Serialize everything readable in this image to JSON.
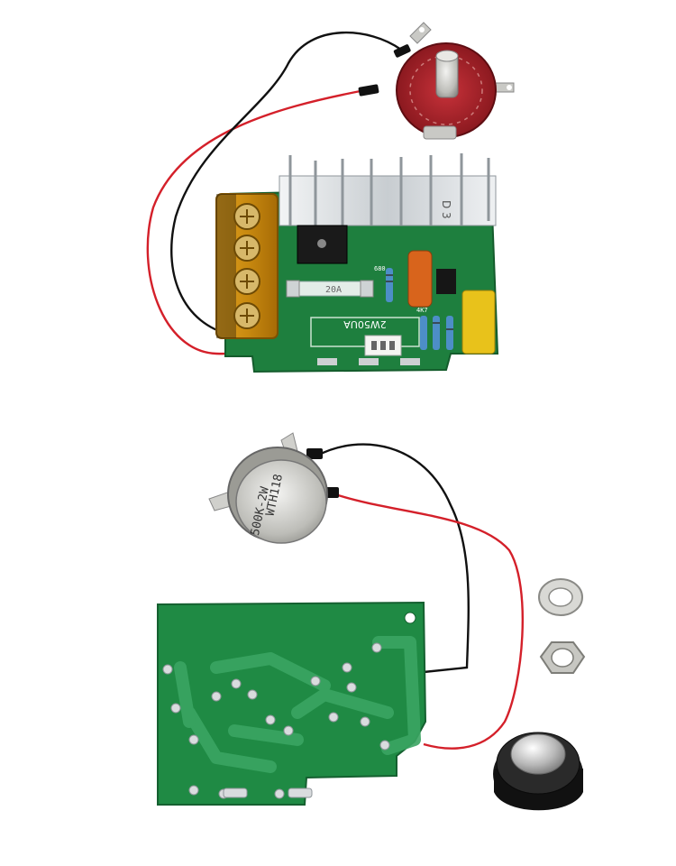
{
  "image": {
    "kind": "product-photo",
    "background_color": "#ffffff"
  },
  "top_board": {
    "silkscreen_model": "2W50UA",
    "heatsink_marking": "D 3",
    "fuse_marking": "20A",
    "resistor_marking_1": "680",
    "resistor_marking_2": "4K7"
  },
  "bottom_pot": {
    "line1": "WTH118",
    "line2": "500K-2W"
  },
  "colors": {
    "pcb_green": "#1e7f3e",
    "pcb_dark": "#145c2c",
    "trace_green": "#2fa356",
    "terminal_amber": "#c98a10",
    "wire_red": "#d4202a",
    "wire_black": "#111111",
    "capacitor_yellow": "#e8c21b",
    "capacitor_orange": "#d8641c",
    "heatsink_silver": "#d9dde0",
    "pot_red": "#a8232a",
    "knob_black": "#1a1a1a"
  }
}
